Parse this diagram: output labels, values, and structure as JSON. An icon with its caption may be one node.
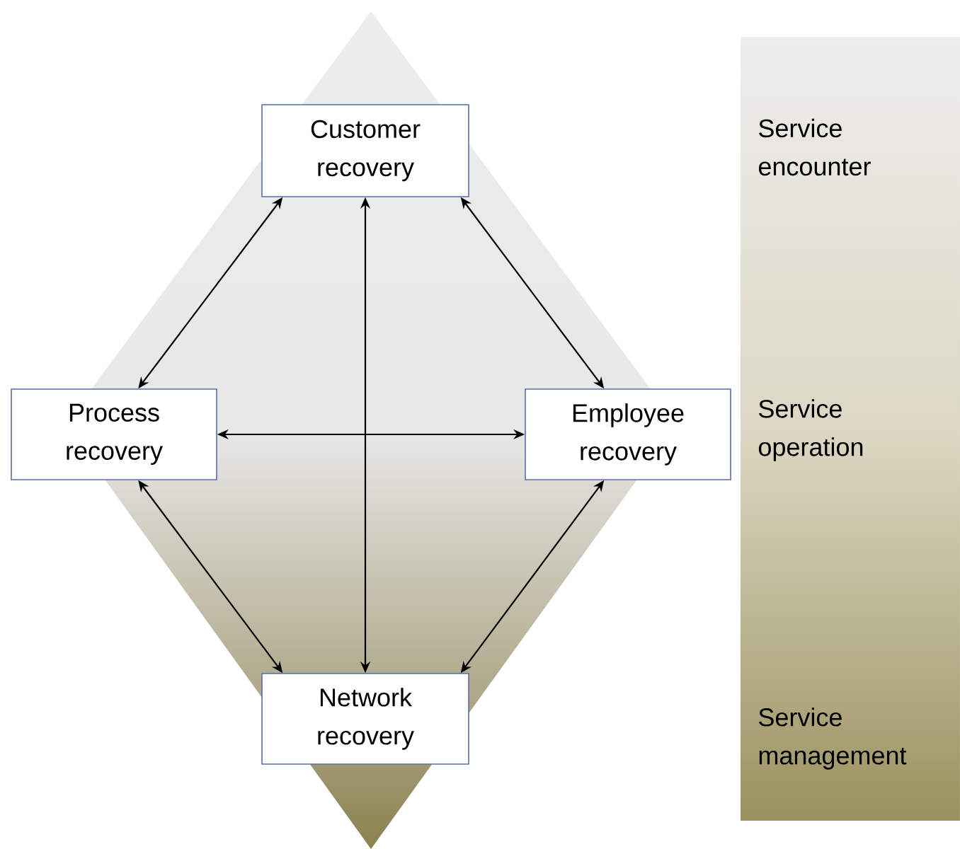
{
  "diagram": {
    "nodes": [
      {
        "text": [
          "Customer recovery"
        ]
      },
      {
        "text": [
          "Process recovery"
        ]
      },
      {
        "text": [
          "Employee recovery"
        ]
      },
      {
        "text": [
          "Network recovery"
        ]
      },
      {
        "text": [
          "Service encounter",
          "Service operation",
          "Service management"
        ]
      }
    ],
    "edges": [
      {
        "from": 0,
        "to": 1,
        "arrow": "both"
      },
      {
        "from": 0,
        "to": 2,
        "arrow": "both"
      },
      {
        "from": 0,
        "to": 3,
        "arrow": "both"
      },
      {
        "from": 1,
        "to": 2,
        "arrow": "both"
      },
      {
        "from": 1,
        "to": 3,
        "arrow": "both"
      },
      {
        "from": 2,
        "to": 3,
        "arrow": "both"
      }
    ]
  }
}
